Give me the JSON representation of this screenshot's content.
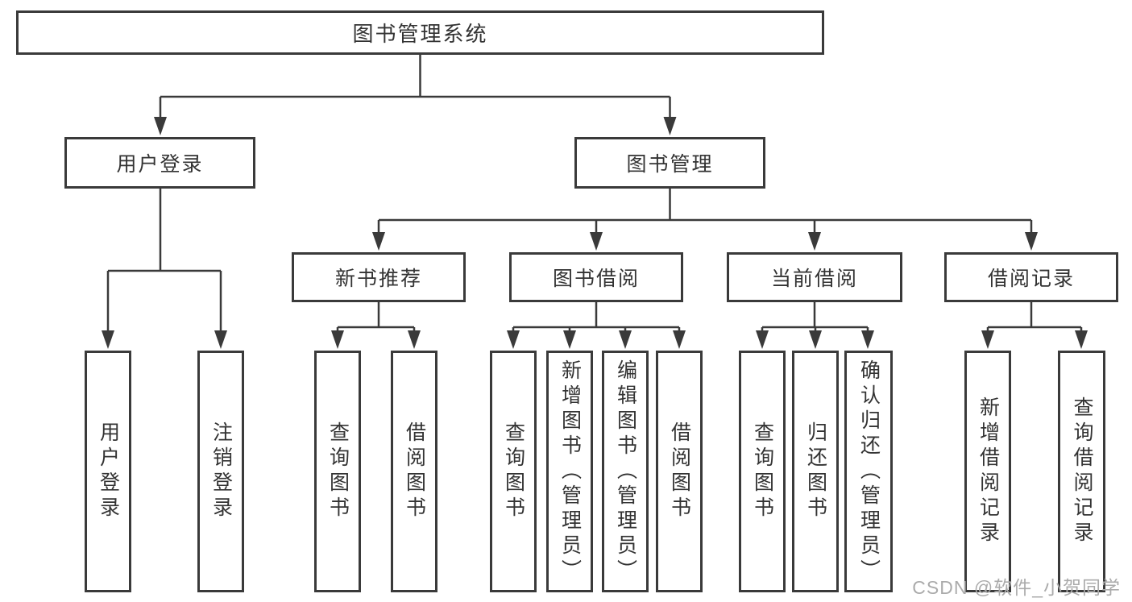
{
  "diagram": {
    "root": {
      "label": "图书管理系统"
    },
    "level2": [
      {
        "label": "用户登录"
      },
      {
        "label": "图书管理"
      }
    ],
    "level3": [
      {
        "label": "新书推荐"
      },
      {
        "label": "图书借阅"
      },
      {
        "label": "当前借阅"
      },
      {
        "label": "借阅记录"
      }
    ],
    "leaves": [
      {
        "parent": "用户登录",
        "label": "用户登录"
      },
      {
        "parent": "用户登录",
        "label": "注销登录"
      },
      {
        "parent": "新书推荐",
        "label": "查询图书"
      },
      {
        "parent": "新书推荐",
        "label": "借阅图书"
      },
      {
        "parent": "图书借阅",
        "label": "查询图书"
      },
      {
        "parent": "图书借阅",
        "label": "新增图书（管理员）"
      },
      {
        "parent": "图书借阅",
        "label": "编辑图书（管理员）"
      },
      {
        "parent": "图书借阅",
        "label": "借阅图书"
      },
      {
        "parent": "当前借阅",
        "label": "查询图书"
      },
      {
        "parent": "当前借阅",
        "label": "归还图书"
      },
      {
        "parent": "当前借阅",
        "label": "确认归还（管理员）"
      },
      {
        "parent": "借阅记录",
        "label": "新增借阅记录"
      },
      {
        "parent": "借阅记录",
        "label": "查询借阅记录"
      }
    ],
    "watermark": "CSDN @软件_小贺同学",
    "colors": {
      "line": "#3a3a3a",
      "box_border": "#3a3a3a",
      "text": "#333333",
      "watermark": "#ababab",
      "background": "#ffffff"
    }
  }
}
